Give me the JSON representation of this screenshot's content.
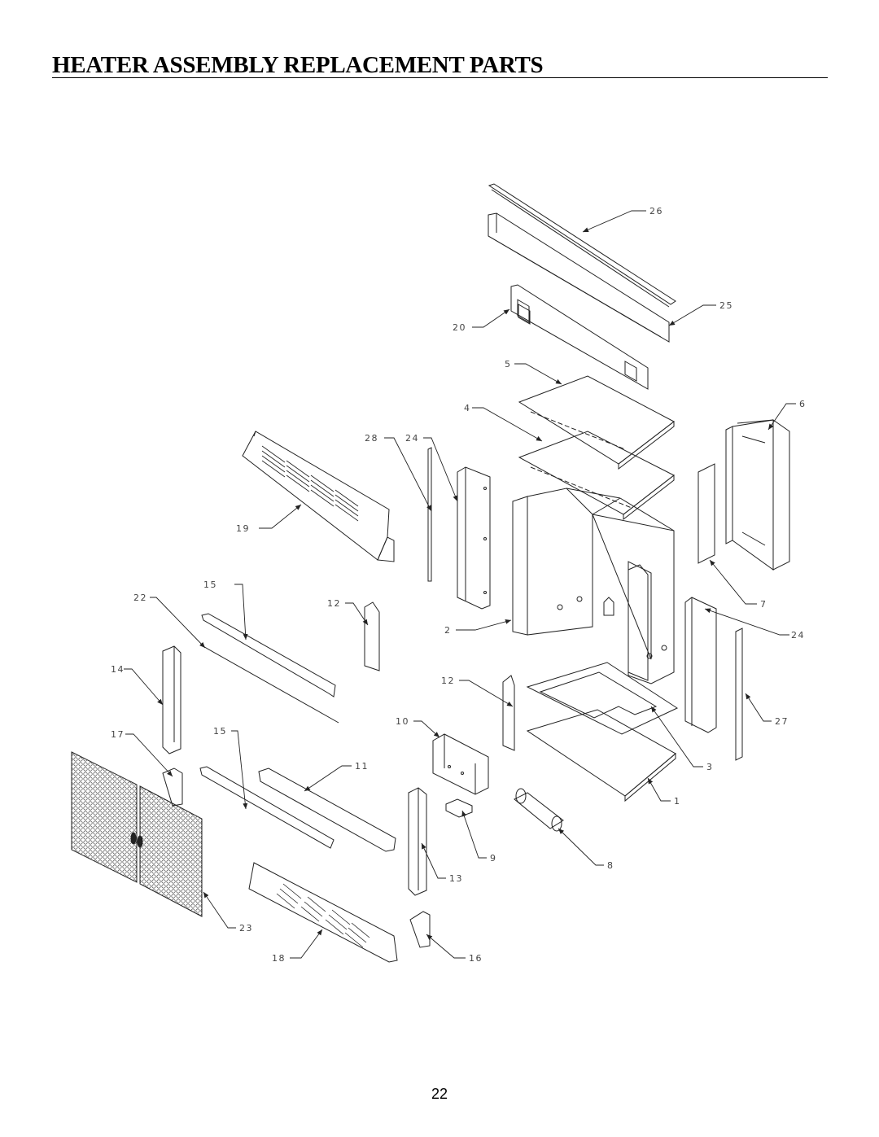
{
  "page": {
    "title": "HEATER ASSEMBLY REPLACEMENT PARTS",
    "page_number": "22"
  },
  "callouts": {
    "c1": "1",
    "c2": "2",
    "c3": "3",
    "c4": "4",
    "c5": "5",
    "c6": "6",
    "c7": "7",
    "c8": "8",
    "c9": "9",
    "c10": "10",
    "c11": "11",
    "c12a": "12",
    "c12b": "12",
    "c13": "13",
    "c14": "14",
    "c15a": "15",
    "c15b": "15",
    "c16": "16",
    "c17": "17",
    "c18": "18",
    "c19": "19",
    "c20": "20",
    "c22": "22",
    "c23": "23",
    "c24a": "24",
    "c24b": "24",
    "c25": "25",
    "c26": "26",
    "c27": "27",
    "c28": "28"
  },
  "colors": {
    "ink": "#222222",
    "paper": "#ffffff"
  }
}
